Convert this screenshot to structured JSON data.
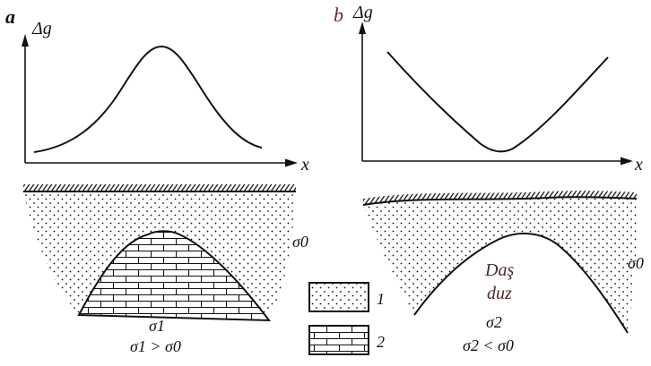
{
  "panel_a": {
    "label": "a",
    "y_axis_label": "Δg",
    "x_axis_label": "x",
    "layer_density_label": "σ0",
    "body_density_label": "σ1",
    "relation_label": "σ1 > σ0"
  },
  "panel_b": {
    "label": "b",
    "y_axis_label": "Δg",
    "x_axis_label": "x",
    "layer_density_label": "σ0",
    "body_name_line1": "Daş",
    "body_name_line2": "duz",
    "body_density_label": "σ2",
    "relation_label": "σ2 < σ0"
  },
  "legend": {
    "items": [
      {
        "number": "1",
        "pattern": "dots"
      },
      {
        "number": "2",
        "pattern": "bricks"
      }
    ]
  },
  "colors": {
    "ink": "#111111",
    "panel_b_label": "#6b2b2b",
    "salt_label": "#4a2a2a"
  }
}
